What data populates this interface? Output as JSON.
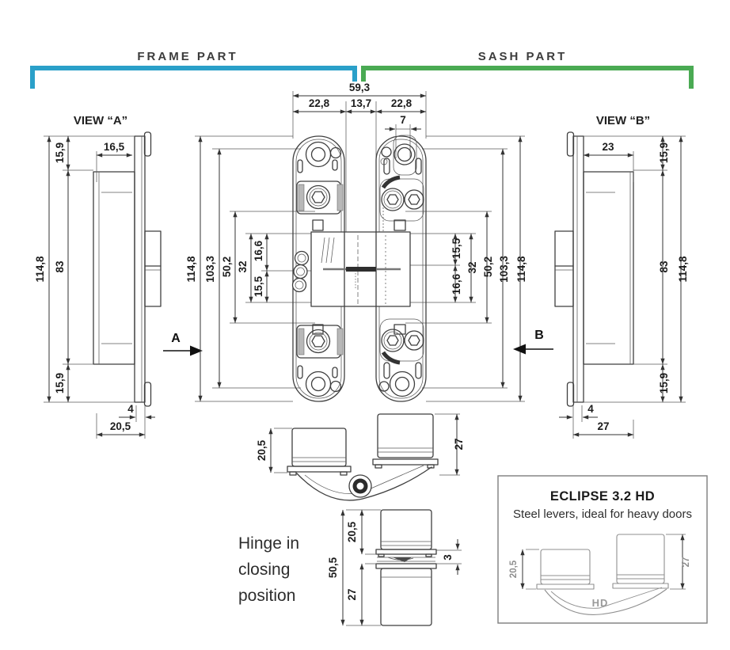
{
  "header": {
    "frame": {
      "label": "FRAME PART",
      "color": "#2aa0c9"
    },
    "sash": {
      "label": "SASH PART",
      "color": "#4aaa53"
    }
  },
  "view_a": {
    "title": "VIEW “A”",
    "arrow": "A",
    "d_total": "114,8",
    "d_top": "15,9",
    "d_mid": "83",
    "d_bot": "15,9",
    "d_plate": "16,5",
    "d_lip": "4",
    "d_depth": "20,5"
  },
  "view_b": {
    "title": "VIEW “B”",
    "arrow": "B",
    "d_total": "114,8",
    "d_top": "15,9",
    "d_mid": "83",
    "d_bot": "15,9",
    "d_plate": "23",
    "d_lip": "4",
    "d_depth": "27"
  },
  "front": {
    "d_width": "59,3",
    "d_frame_w": "22,8",
    "d_gap": "13,7",
    "d_sash_w": "22,8",
    "d_pivot": "7",
    "left": {
      "d_total": "114,8",
      "d_holes": "103,3",
      "d_lever": "50,2",
      "d_body": "32",
      "d_up": "16,6",
      "d_low": "15,5"
    },
    "right": {
      "d_up": "15,5",
      "d_low": "16,6",
      "d_body": "32",
      "d_lever": "50,2",
      "d_holes": "103,3",
      "d_total": "114,8"
    }
  },
  "closing": {
    "caption_line1": "Hinge in",
    "caption_line2": "closing",
    "caption_line3": "position",
    "open": {
      "d_left": "20,5",
      "d_right": "27"
    },
    "closed": {
      "d_total": "50,5",
      "d_top": "20,5",
      "d_bot": "27",
      "d_gap": "3"
    }
  },
  "inset": {
    "title": "ECLIPSE 3.2 HD",
    "subtitle": "Steel levers, ideal for heavy doors",
    "d_left": "20,5",
    "d_right": "27",
    "lever_label": "HD"
  }
}
